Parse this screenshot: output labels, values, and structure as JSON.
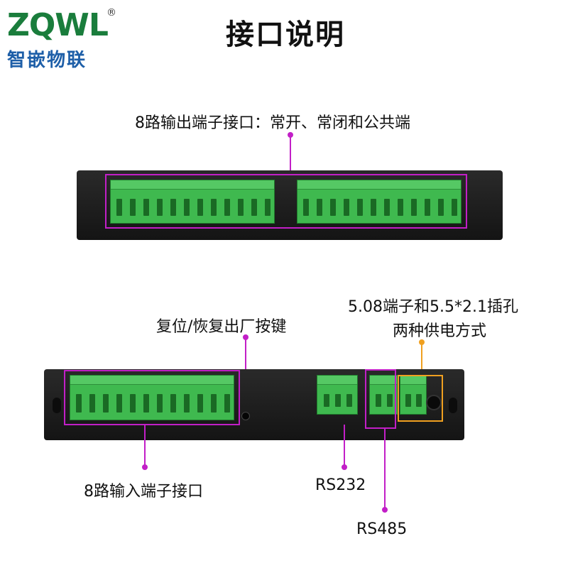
{
  "logo": {
    "brand": "ZQWL",
    "registered": "®",
    "cn_name": "智嵌物联"
  },
  "title": "接口说明",
  "labels": {
    "output_terminals": "8路输出端子接口：常开、常闭和公共端",
    "reset_button": "复位/恢复出厂按键",
    "power": "5.08端子和5.5*2.1插孔",
    "power_line2": "两种供电方式",
    "input_terminals": "8路输入端子接口",
    "rs232": "RS232",
    "rs485": "RS485"
  },
  "colors": {
    "annotation": "#c21fc7",
    "power_annotation": "#f0a020",
    "terminal_green": "#3fb94f",
    "device_body": "#1c1c1c",
    "logo_green": "#1f7a3a"
  }
}
